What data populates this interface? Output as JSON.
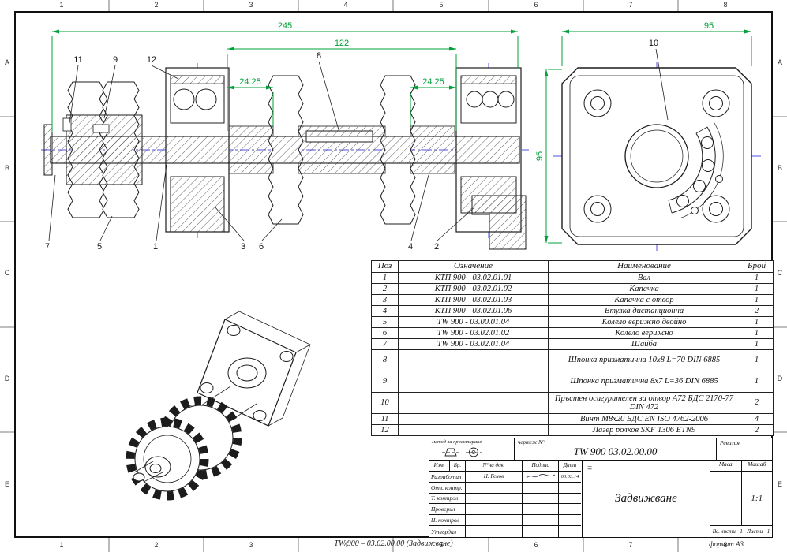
{
  "colors": {
    "dim-green": "#00A03A",
    "centerline-blue": "#5252E0",
    "line-dark": "#1c1c1c"
  },
  "frame": {
    "cols": [
      "1",
      "2",
      "3",
      "4",
      "5",
      "6",
      "7",
      "8"
    ],
    "rows": [
      "A",
      "B",
      "C",
      "D",
      "E"
    ],
    "footer_center": "TW 900  –  03.02.00.00 (Задвижване)",
    "footer_right": "формат  А3"
  },
  "section_view": {
    "dim_overall": "245",
    "dim_inner": "122",
    "dim_left": "24.25",
    "dim_right": "24.25",
    "callouts": {
      "c1": "1",
      "c2": "2",
      "c3": "3",
      "c4": "4",
      "c5": "5",
      "c6": "6",
      "c7": "7",
      "c8": "8",
      "c9": "9",
      "c11": "11",
      "c12": "12"
    }
  },
  "end_view": {
    "dim_width": "95",
    "dim_height": "95",
    "callout_10": "10"
  },
  "parts_table": {
    "headers": [
      "Поз",
      "Означение",
      "Наименование",
      "Брой"
    ],
    "rows": [
      {
        "pos": "1",
        "code": "КТП 900 - 03.02.01.01",
        "name": "Вал",
        "qty": "1"
      },
      {
        "pos": "2",
        "code": "КТП 900 - 03.02.01.02",
        "name": "Капачка",
        "qty": "1"
      },
      {
        "pos": "3",
        "code": "КТП 900 - 03.02.01.03",
        "name": "Капачка с отвор",
        "qty": "1"
      },
      {
        "pos": "4",
        "code": "КТП 900 - 03.02.01.06",
        "name": "Втулка дистанционна",
        "qty": "2"
      },
      {
        "pos": "5",
        "code": "TW 900 - 03.00.01.04",
        "name": "Колело верижно двойно",
        "qty": "1"
      },
      {
        "pos": "6",
        "code": "TW 900 - 03.02.01.02",
        "name": "Колело верижно",
        "qty": "1"
      },
      {
        "pos": "7",
        "code": "TW 900 - 03.02.01.04",
        "name": "Шайба",
        "qty": "1"
      },
      {
        "pos": "8",
        "code": "",
        "name": "Шпонка призматична 10x8  L=70 DIN 6885",
        "qty": "1"
      },
      {
        "pos": "9",
        "code": "",
        "name": "Шпонка призматична 8x7  L=36 DIN 6885",
        "qty": "1"
      },
      {
        "pos": "10",
        "code": "",
        "name": "Пръстен осигурителен за отвор А72 БДС 2170-77 DIN 472",
        "qty": "2"
      },
      {
        "pos": "11",
        "code": "",
        "name": "Винт М8х20 БДС EN ISO 4762-2006",
        "qty": "4"
      },
      {
        "pos": "12",
        "code": "",
        "name": "Лагер ролков SKF 1306 ETN9",
        "qty": "2"
      }
    ]
  },
  "title_block": {
    "projection_label": "метод за проектиране",
    "drawing_no_label": "чертеж N°",
    "drawing_no": "TW 900  03.02.00.00",
    "revision_label": "Ревизия",
    "sign_headers": [
      "Изм.",
      "Бр.",
      "N°на док.",
      "Подпис",
      "Дата"
    ],
    "sign_rows": [
      {
        "role": "Разработил",
        "name": "Н. Генов",
        "date": "03.03.14"
      },
      {
        "role": "Отв. контр.",
        "name": "",
        "date": ""
      },
      {
        "role": "Т. контрол",
        "name": "",
        "date": ""
      },
      {
        "role": "Проверил",
        "name": "",
        "date": ""
      },
      {
        "role": "Н. контрол",
        "name": "",
        "date": ""
      },
      {
        "role": "Утвърдил",
        "name": "",
        "date": ""
      }
    ],
    "logo_mark": "≡",
    "title": "Задвижване",
    "mass_label": "Маса",
    "scale_label": "Мащаб",
    "scale_value": "1:1",
    "total_sheets_label": "Вс. листи",
    "total_sheets": "1",
    "sheet_label": "Листи",
    "sheet": "1"
  }
}
